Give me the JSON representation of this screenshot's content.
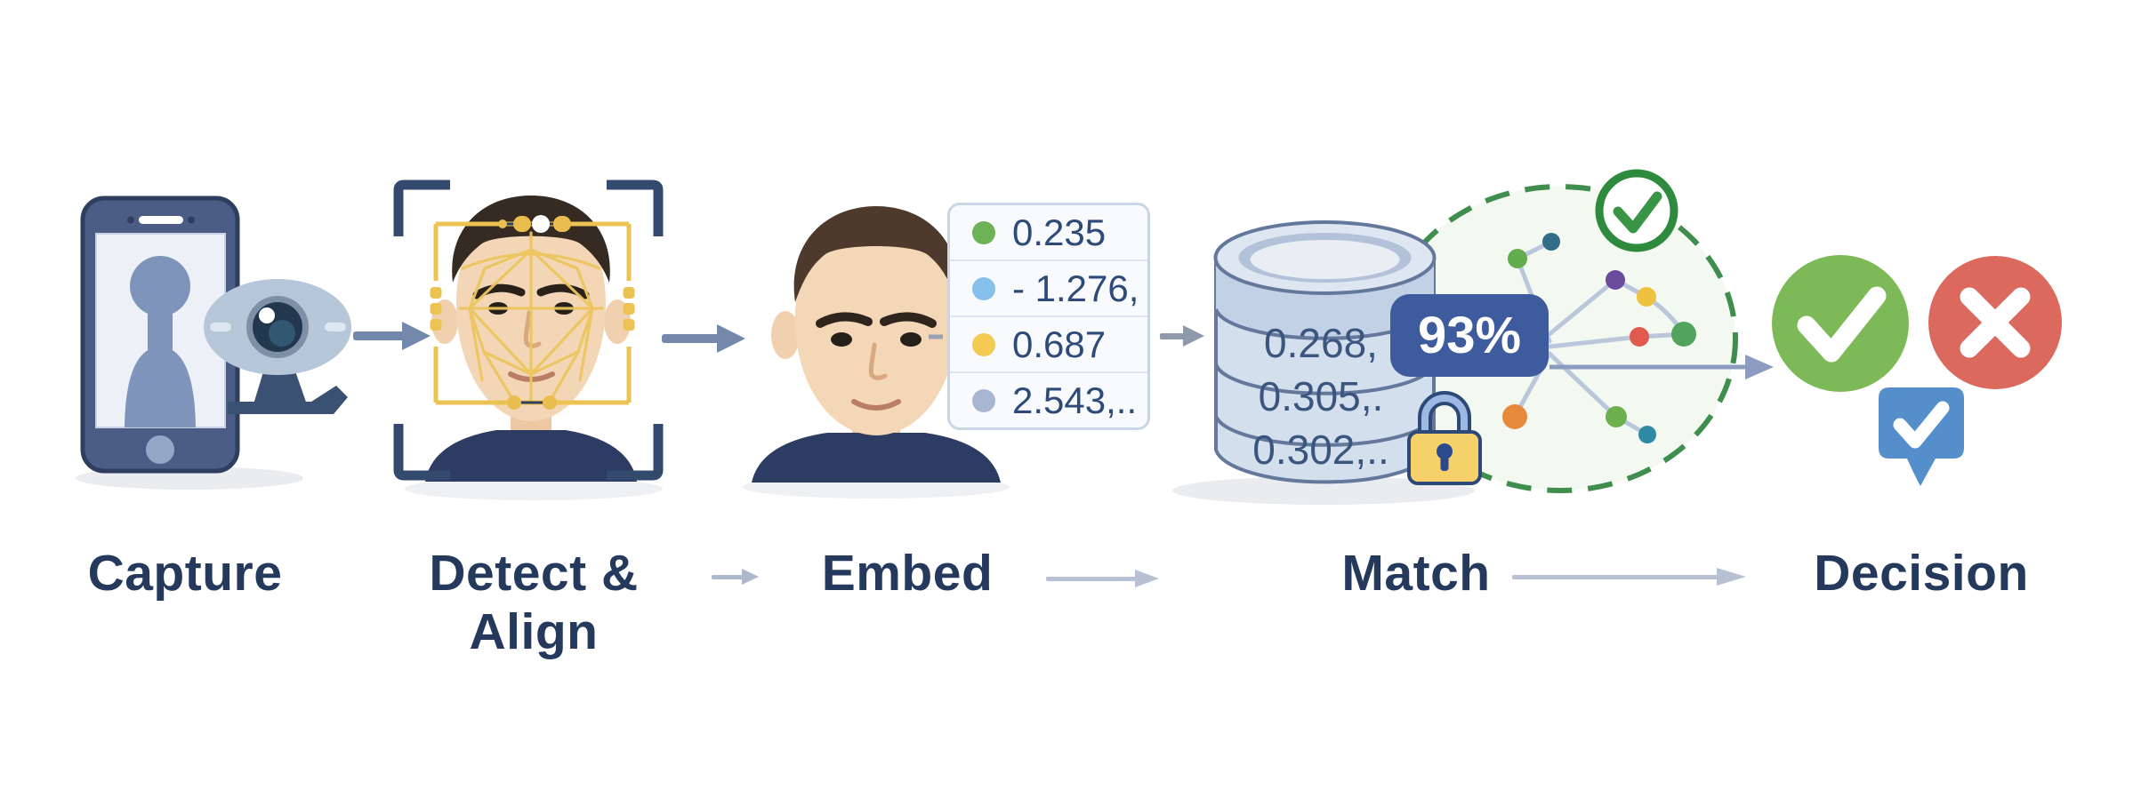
{
  "pipeline": {
    "steps": [
      {
        "id": "capture",
        "label": "Capture"
      },
      {
        "id": "detect",
        "label": "Detect & Align"
      },
      {
        "id": "embed",
        "label": "Embed"
      },
      {
        "id": "match",
        "label": "Match"
      },
      {
        "id": "decision",
        "label": "Decision"
      }
    ]
  },
  "embedding_panel": {
    "values": [
      {
        "dot_color": "#6db254",
        "text": "0.235"
      },
      {
        "dot_color": "#87c0ea",
        "text": "- 1.276,"
      },
      {
        "dot_color": "#f3ca52",
        "text": "0.687"
      },
      {
        "dot_color": "#a9b6d3",
        "text": "2.543,.."
      }
    ]
  },
  "database": {
    "rows": [
      {
        "text": "0.268,"
      },
      {
        "text": "0.305,."
      },
      {
        "text": "0.302,.."
      }
    ]
  },
  "match_badge": {
    "score": "93%"
  },
  "colors": {
    "label_navy": "#24395c",
    "badge_navy": "#3e5b9d",
    "success_green": "#7db957",
    "error_red": "#dc695d",
    "info_blue": "#558fcb",
    "frame_yellow": "#ecc253",
    "dashed_ellipse_green": "#3f8e4d",
    "check_ring_green": "#2e8b3d",
    "lock_yellow": "#f6d06a",
    "arrow_slate": "#7488ac"
  },
  "icons": [
    "smartphone-icon",
    "webcam-icon",
    "face-detect-frame-icon",
    "face-mesh-icon",
    "portrait-icon",
    "embedding-vector-panel",
    "database-icon",
    "lock-icon",
    "similarity-graph-icon",
    "verified-check-circle-icon",
    "approve-check-icon",
    "reject-x-icon",
    "verified-badge-bubble-icon"
  ]
}
